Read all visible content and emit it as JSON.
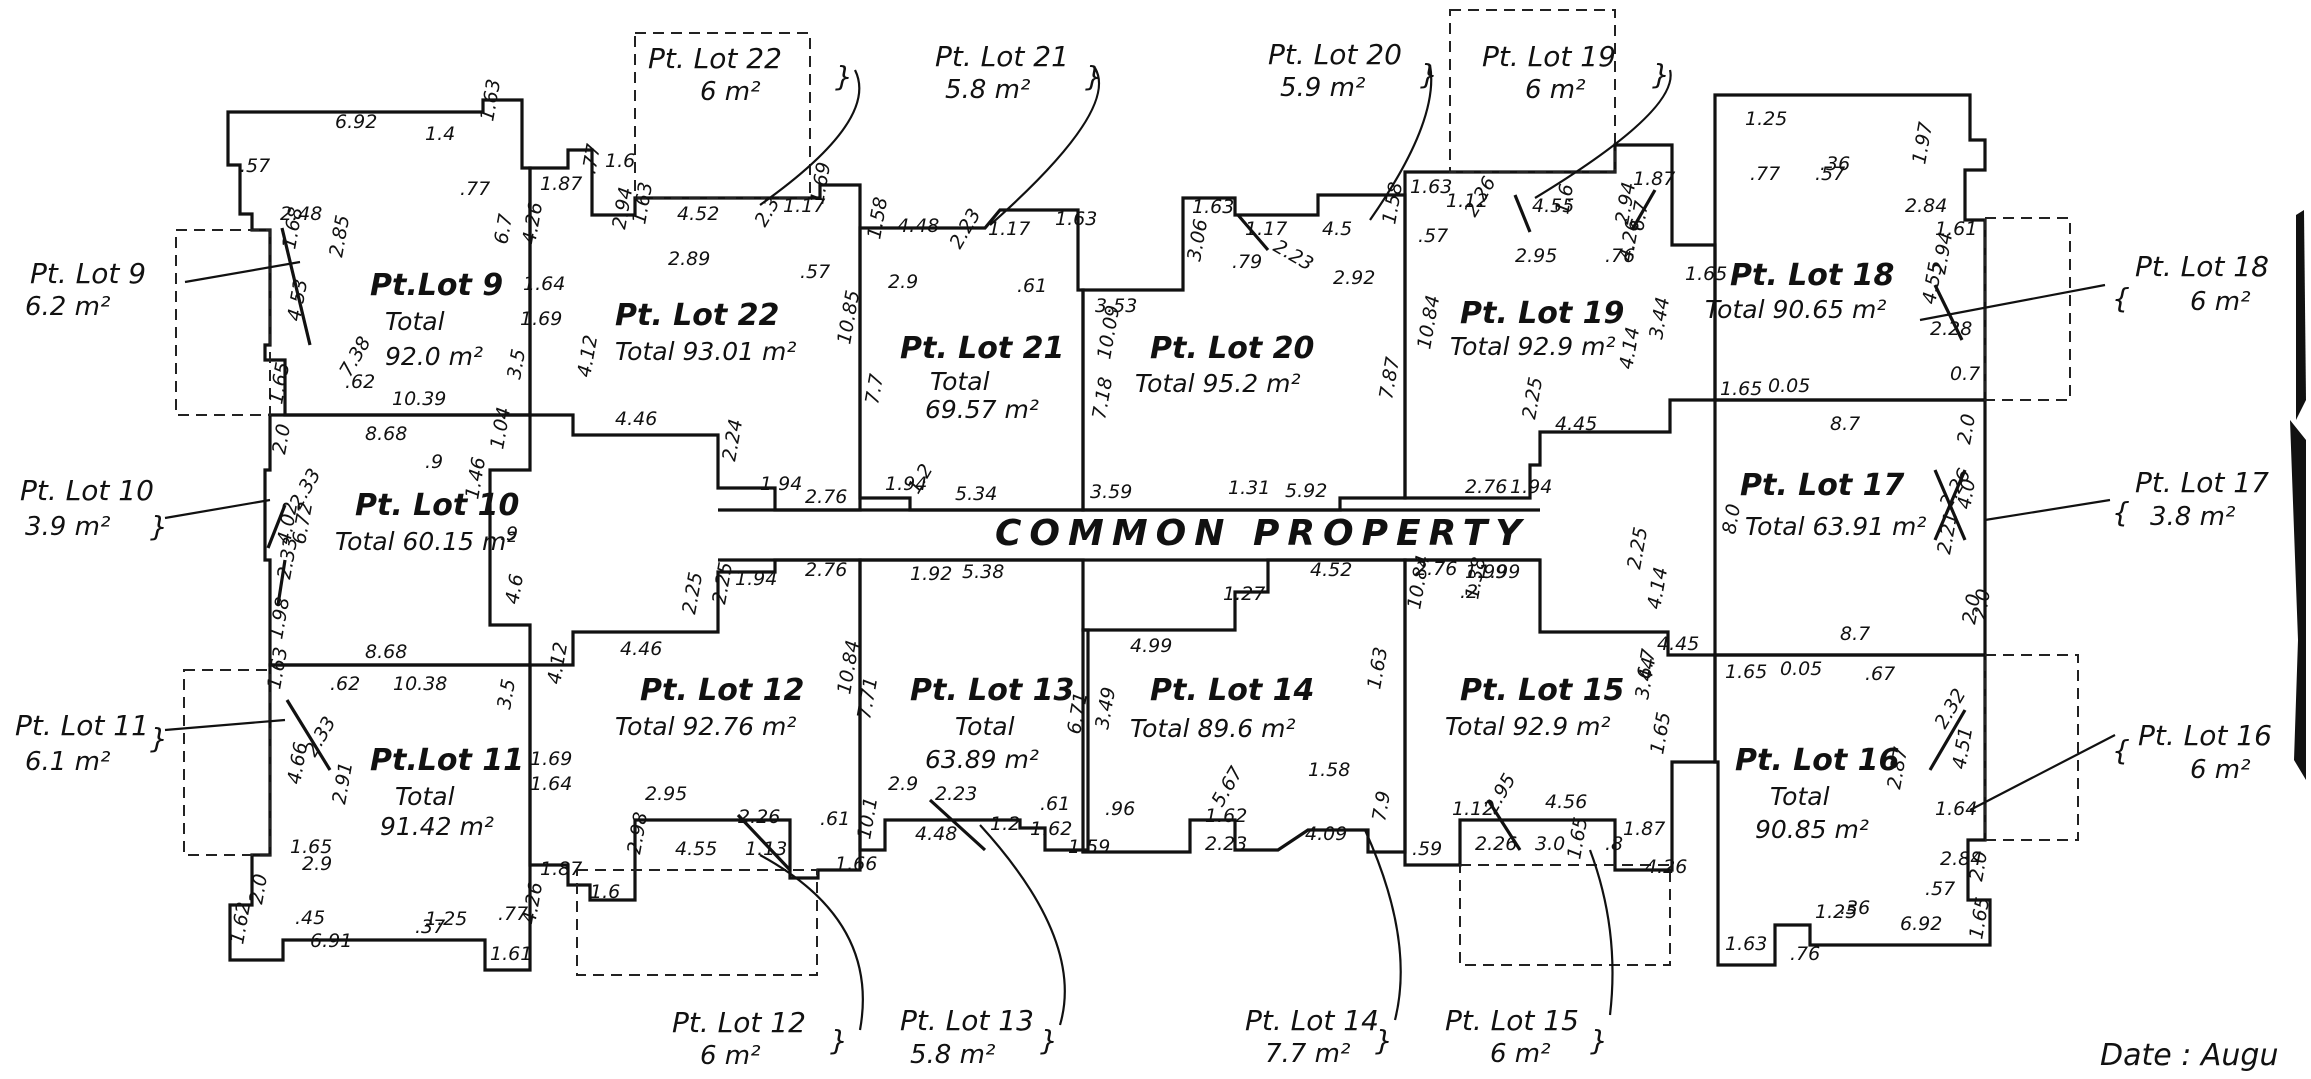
{
  "common_property": "COMMON PROPERTY",
  "date_label": "Date : Augu",
  "lots": [
    {
      "id": "9",
      "name": "Pt.Lot 9",
      "total_label": "Total",
      "total_value": "92.0 m²"
    },
    {
      "id": "22",
      "name": "Pt. Lot 22",
      "total_label": "Total 93.01 m²",
      "total_value": ""
    },
    {
      "id": "21",
      "name": "Pt. Lot 21",
      "total_label": "Total",
      "total_value": "69.57 m²"
    },
    {
      "id": "20",
      "name": "Pt. Lot 20",
      "total_label": "Total 95.2  m²",
      "total_value": ""
    },
    {
      "id": "19",
      "name": "Pt. Lot 19",
      "total_label": "Total 92.9  m²",
      "total_value": ""
    },
    {
      "id": "18",
      "name": "Pt. Lot 18",
      "total_label": "Total 90.65 m²",
      "total_value": ""
    },
    {
      "id": "10",
      "name": "Pt. Lot 10",
      "total_label": "Total 60.15 m²",
      "total_value": ""
    },
    {
      "id": "17",
      "name": "Pt. Lot 17",
      "total_label": "Total 63.91 m²",
      "total_value": ""
    },
    {
      "id": "11",
      "name": "Pt.Lot 11",
      "total_label": "Total",
      "total_value": "91.42 m²"
    },
    {
      "id": "12",
      "name": "Pt. Lot 12",
      "total_label": "Total 92.76 m²",
      "total_value": ""
    },
    {
      "id": "13",
      "name": "Pt. Lot 13",
      "total_label": "Total",
      "total_value": "63.89 m²"
    },
    {
      "id": "14",
      "name": "Pt. Lot 14",
      "total_label": "Total 89.6  m²",
      "total_value": ""
    },
    {
      "id": "15",
      "name": "Pt. Lot 15",
      "total_label": "Total 92.9  m²",
      "total_value": ""
    },
    {
      "id": "16",
      "name": "Pt. Lot 16",
      "total_label": "Total",
      "total_value": "90.85 m²"
    }
  ],
  "part_lots": [
    {
      "id": "22",
      "name": "Pt. Lot 22",
      "area": "6  m²"
    },
    {
      "id": "21",
      "name": "Pt. Lot 21",
      "area": "5.8  m²"
    },
    {
      "id": "20",
      "name": "Pt. Lot 20",
      "area": "5.9  m²"
    },
    {
      "id": "19",
      "name": "Pt. Lot 19",
      "area": "6  m²"
    },
    {
      "id": "9",
      "name": "Pt. Lot 9",
      "area": "6.2  m²"
    },
    {
      "id": "18",
      "name": "Pt. Lot 18",
      "area": "6  m²"
    },
    {
      "id": "10",
      "name": "Pt. Lot 10",
      "area": "3.9  m²"
    },
    {
      "id": "17",
      "name": "Pt. Lot 17",
      "area": "3.8  m²"
    },
    {
      "id": "11",
      "name": "Pt. Lot 11",
      "area": "6.1  m²"
    },
    {
      "id": "16",
      "name": "Pt. Lot 16",
      "area": "6  m²"
    },
    {
      "id": "12",
      "name": "Pt. Lot 12",
      "area": "6  m²"
    },
    {
      "id": "13",
      "name": "Pt. Lot 13",
      "area": "5.8  m²"
    },
    {
      "id": "14",
      "name": "Pt. Lot 14",
      "area": "7.7  m²"
    },
    {
      "id": "15",
      "name": "Pt. Lot 15",
      "area": "6  m²"
    }
  ],
  "dimensions": [
    "6.92",
    "1.63",
    ".57",
    "1.4",
    ".77",
    "2.48",
    "1.68",
    "2.85",
    "4.53",
    "7.38",
    ".62",
    "1.65",
    "10.39",
    "1.87",
    "4.26",
    "6.7",
    "1.64",
    "1.69",
    "3.5",
    "4.12",
    "4.46",
    "2.94",
    "1.6",
    ".77",
    "1.63",
    "4.52",
    "2.3",
    "1.17",
    "1.69",
    "2.89",
    ".57",
    "10.85",
    "1.58",
    "4.48",
    "2.23",
    "1.17",
    "1.63",
    "2.9",
    ".61",
    "7.7",
    "10.09",
    "1.94",
    "1.2",
    "5.34",
    "2.76",
    "2.24",
    "1.94",
    "3.53",
    "3.06",
    "1.63",
    ".79",
    "7.18",
    "1.17",
    "2.23",
    "4.5",
    "1.58",
    "2.92",
    "7.87",
    "3.59",
    "1.31",
    "5.92",
    "1.63",
    "1.12",
    "2.26",
    "4.55",
    "1.6",
    "2.94",
    "1.87",
    ".57",
    "2.95",
    ".76",
    "4.26",
    "6.7",
    "1.65",
    "10.84",
    "3.44",
    "4.14",
    "2.25",
    "4.45",
    "2.76",
    "1.94",
    "1.25",
    ".36",
    ".77",
    ".57",
    "1.97",
    "2.84",
    "1.61",
    "2.94",
    "4.55",
    "2.28",
    "0.7",
    "1.65",
    "0.05",
    "8.7",
    "8.68",
    ".9",
    "1.04",
    "2.0",
    "2.33",
    "4.02",
    "6.72",
    "1.46",
    ".9",
    "4.6",
    "1.98",
    "2.33",
    "8.68",
    "2.0",
    "2.26",
    "4.0",
    "8.0",
    "2.21",
    "2.0",
    "8.7",
    "1.94",
    "2.76",
    "2.25",
    "1.92",
    "5.38",
    "1.27",
    "4.52",
    "2.76",
    "1.99",
    "4.99",
    "10.38",
    "4.46",
    "2.25",
    "4.45",
    "1.63",
    ".62",
    "2.33",
    "4.66",
    "2.91",
    "1.65",
    "2.9",
    "2.0",
    ".45",
    "6.91",
    ".37",
    "1.25",
    ".77",
    "1.61",
    "1.62",
    "1.69",
    "1.64",
    "1.87",
    "4.26",
    "3.5",
    "4.12",
    "2.95",
    "2.26",
    "4.55",
    "1.13",
    ".61",
    "1.66",
    "1.6",
    "2.98",
    "10.84",
    "7.71",
    "2.9",
    "2.23",
    "4.48",
    "1.2",
    ".61",
    "1.62",
    "1.59",
    "10.1",
    "6.71",
    "3.49",
    ".96",
    "1.62",
    "2.23",
    "5.67",
    "4.09",
    "1.58",
    "7.9",
    "1.63",
    ".59",
    "1.12",
    "2.26",
    "2.95",
    "4.56",
    "3.0",
    "1.65",
    ".8",
    "1.87",
    "4.26",
    "6.7",
    "1.65",
    ".67",
    "2.32",
    "4.51",
    "2.87",
    "1.64",
    "2.84",
    ".57",
    "2.0",
    "1.65",
    "6.92",
    ".36",
    "1.25",
    ".76",
    "1.63",
    "0.05",
    "1.65",
    "2.25",
    "1.38",
    "3.44",
    "2.0",
    "4.14",
    "10.84",
    "1.99",
    ".2"
  ]
}
